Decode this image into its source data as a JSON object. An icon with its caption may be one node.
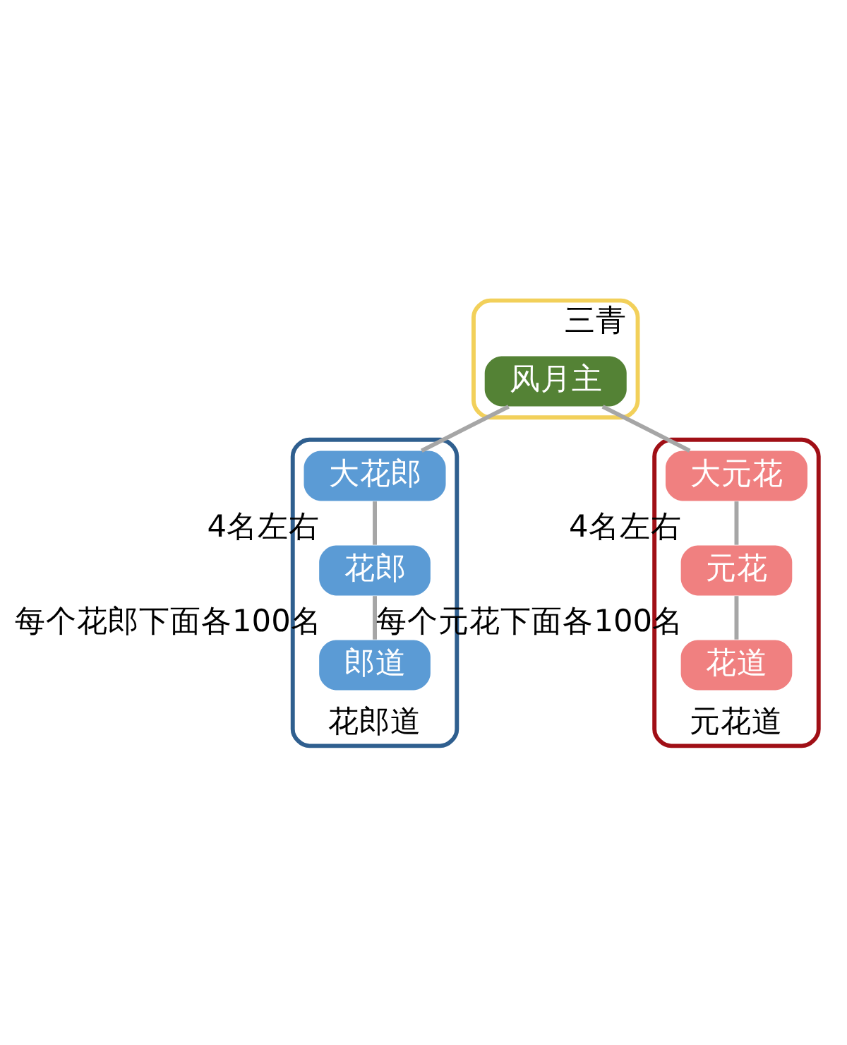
{
  "diagram": {
    "nodes": [
      {
        "text": [
          "三青"
        ]
      },
      {
        "text": [
          "风月主"
        ],
        "in": 0
      },
      {
        "text": [
          "花郎道"
        ]
      },
      {
        "text": [
          "大花郎"
        ],
        "in": 2
      },
      {
        "text": [
          "花郎"
        ],
        "in": 2,
        "beside": [
          "4名左右"
        ]
      },
      {
        "text": [
          "郎道"
        ],
        "in": 2,
        "beside": [
          "每个花郎下面各100名"
        ]
      },
      {
        "text": [
          "元花道"
        ]
      },
      {
        "text": [
          "大元花"
        ],
        "in": 6
      },
      {
        "text": [
          "元花"
        ],
        "in": 6,
        "beside": [
          "4名左右"
        ]
      },
      {
        "text": [
          "花道"
        ],
        "in": 6,
        "beside": [
          "每个元花下面各100名"
        ]
      }
    ],
    "edges": [
      {
        "from": 1,
        "to": 3,
        "arrow": "none"
      },
      {
        "from": 1,
        "to": 7,
        "arrow": "none"
      },
      {
        "from": 3,
        "to": 4,
        "arrow": "none"
      },
      {
        "from": 4,
        "to": 5,
        "arrow": "none"
      },
      {
        "from": 7,
        "to": 8,
        "arrow": "none"
      },
      {
        "from": 8,
        "to": 9,
        "arrow": "none"
      }
    ]
  }
}
